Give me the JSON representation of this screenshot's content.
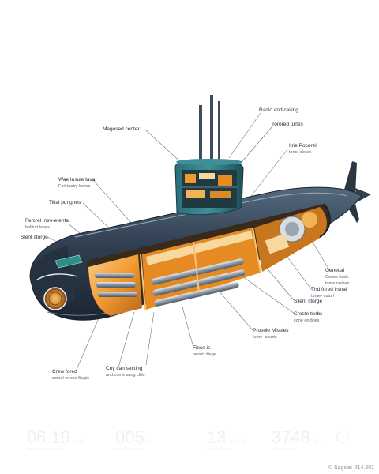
{
  "labels": [
    {
      "id": "radio-and-ceiling",
      "title": "Radio and ceiling",
      "sub": ""
    },
    {
      "id": "magnetic-center",
      "title": "Megosed center",
      "sub": ""
    },
    {
      "id": "torpedo-tubes-top",
      "title": "Torored turles",
      "sub": ""
    },
    {
      "id": "intake-pocket",
      "title": "Itrie Pocerel",
      "sub": "tome clears"
    },
    {
      "id": "water-intake-tubes",
      "title": "Wae Insule tava",
      "sub": "Ferl tastry ludies"
    },
    {
      "id": "total-pumps",
      "title": "Titial purignes",
      "sub": ""
    },
    {
      "id": "forward-ballast-tubes",
      "title": "Fercrel intre-etental",
      "sub": "balltutt labes"
    },
    {
      "id": "silent-storage-left",
      "title": "Slent storge",
      "sub": ""
    },
    {
      "id": "general-crew-beds",
      "title": "Genecal",
      "sub": "Cerwe bads"
    },
    {
      "id": "general-crew-beds-2",
      "title": "",
      "sub": "tome ravhes"
    },
    {
      "id": "the-fixed-hand",
      "title": "Thd fored lrsnal",
      "sub": "tume- cuturl"
    },
    {
      "id": "silent-storage-right",
      "title": "Silent storge",
      "sub": ""
    },
    {
      "id": "create-turbs",
      "title": "Creste twrbs",
      "sub": "cone endvies"
    },
    {
      "id": "proposed-missiles",
      "title": "Prosoie Missles",
      "sub": "fume- courts"
    },
    {
      "id": "piece-cabinet",
      "title": "Fiece is",
      "sub": "penet ctiage"
    },
    {
      "id": "crew-food",
      "title": "Crew fored",
      "sub": "somal enene Sugie"
    },
    {
      "id": "crew-seating",
      "title": "Cny can secting",
      "sub": "and come sang clilis"
    }
  ],
  "ghost_stats": [
    {
      "value": "06.19",
      "unit": "oayt",
      "caption": "ttie tomnt teve cosvrs"
    },
    {
      "value": "005",
      "unit": "tt",
      "caption": "toes ttiert corvis"
    },
    {
      "value": "13",
      "unit": "Sie ede",
      "caption": "tom ttie hmmr"
    },
    {
      "value": "3748",
      "unit": "Esa",
      "caption": "trol rome sent"
    }
  ],
  "watermark": "© Sagine: 214.201",
  "colors": {
    "hull": "#2c3a4a",
    "hull_light": "#4a5e72",
    "interior_orange": "#f29a2e",
    "interior_cream": "#f7d9a0",
    "tower": "#2f7c86"
  }
}
